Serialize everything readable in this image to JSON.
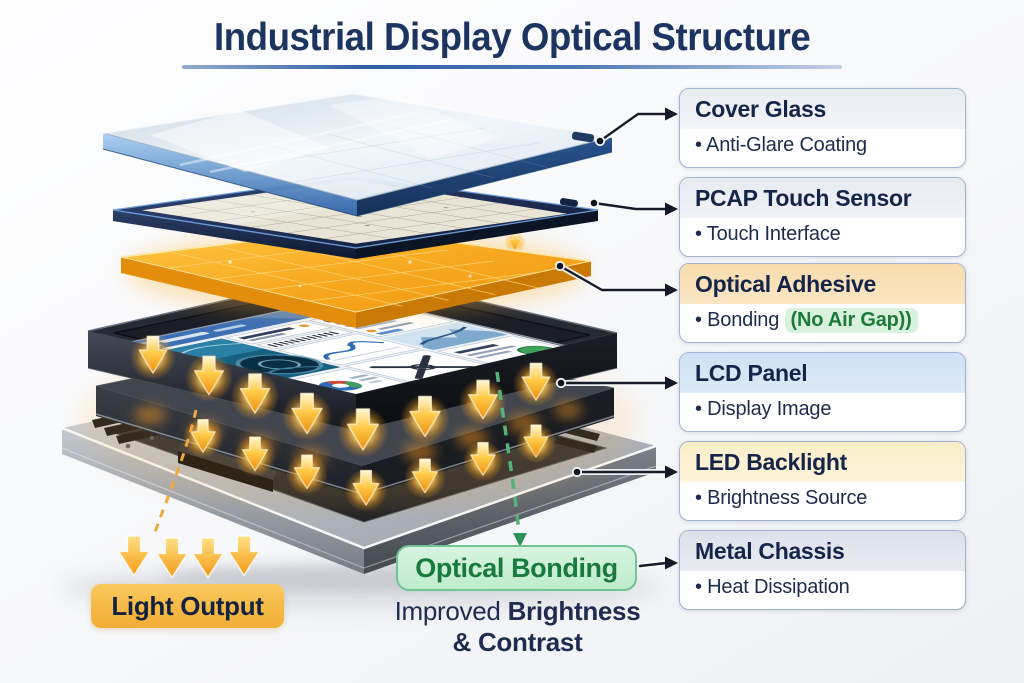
{
  "title": "Industrial Display Optical Structure",
  "labels": [
    {
      "title": "Cover Glass",
      "bullet": "• Anti-Glare Coating"
    },
    {
      "title": "PCAP Touch Sensor",
      "bullet": "• Touch Interface"
    },
    {
      "title": "Optical Adhesive",
      "bullet": "• Bonding ",
      "bullet_highlight": "(No Air Gap))"
    },
    {
      "title": "LCD Panel",
      "bullet": "• Display Image"
    },
    {
      "title": "LED Backlight",
      "bullet": "• Brightness Source"
    },
    {
      "title": "Metal Chassis",
      "bullet": "• Heat Dissipation"
    }
  ],
  "annotations": {
    "light_output": "Light Output",
    "optical_bonding": "Optical Bonding",
    "caption_regular": "Improved",
    "caption_bold": "Brightness",
    "caption_line2": "& Contrast"
  },
  "colors": {
    "title_navy": "#1c3560",
    "leader_line": "#171c28",
    "adhesive_orange": "#f5a11c",
    "backlight_glow": "#ffb833",
    "bonding_green": "#1f8043",
    "bonding_bg": "#cdeeda",
    "light_output_bg": "#f6bc49",
    "label_border": "#a3b3d2",
    "accent_title_rows": [
      "#e9ecf2",
      "#e7eaf1",
      "#f8dcae",
      "#cfe1f4",
      "#fbeec8",
      "#dde1ea"
    ]
  }
}
